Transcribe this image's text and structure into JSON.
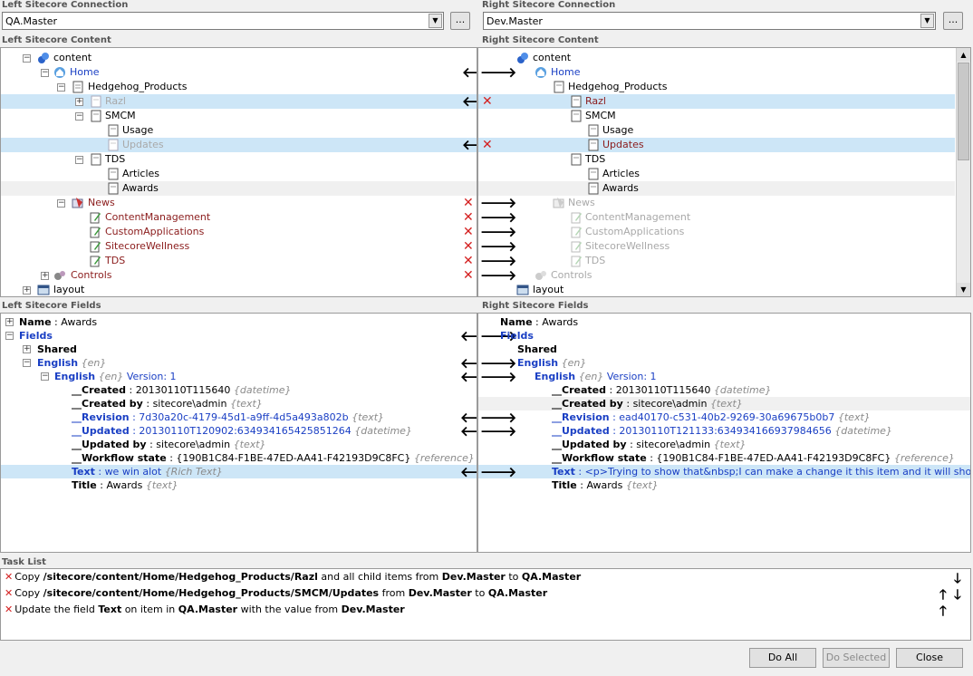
{
  "left_connection": {
    "header": "Left Sitecore Connection",
    "value": "QA.Master",
    "browse_label": "..."
  },
  "right_connection": {
    "header": "Right Sitecore Connection",
    "value": "Dev.Master",
    "browse_label": "..."
  },
  "left_content_header": "Left Sitecore Content",
  "right_content_header": "Right Sitecore Content",
  "left_tree": [
    "content",
    "Home",
    "Hedgehog_Products",
    "Razl",
    "SMCM",
    "Usage",
    "Updates",
    "TDS",
    "Articles",
    "Awards",
    "News",
    "ContentManagement",
    "CustomApplications",
    "SitecoreWellness",
    "TDS",
    "Controls",
    "layout"
  ],
  "right_tree": [
    "content",
    "Home",
    "Hedgehog_Products",
    "Razl",
    "SMCM",
    "Usage",
    "Updates",
    "TDS",
    "Articles",
    "Awards",
    "News",
    "ContentManagement",
    "CustomApplications",
    "SitecoreWellness",
    "TDS",
    "Controls",
    "layout"
  ],
  "left_fields_header": "Left Sitecore Fields",
  "right_fields_header": "Right Sitecore Fields",
  "left_fields": {
    "name_label": "Name",
    "name_value": "Awards",
    "fields": "Fields",
    "shared": "Shared",
    "english": "English",
    "en": "{en}",
    "version": "Version: 1",
    "created": {
      "label": "__Created",
      "value": "20130110T115640",
      "type": "{datetime}"
    },
    "created_by": {
      "label": "__Created by",
      "value": "sitecore\\admin",
      "type": "{text}"
    },
    "revision": {
      "label": "__Revision",
      "value": "7d30a20c-4179-45d1-a9ff-4d5a493a802b",
      "type": "{text}"
    },
    "updated": {
      "label": "__Updated",
      "value": "20130110T120902:634934165425851264",
      "type": "{datetime}"
    },
    "updated_by": {
      "label": "__Updated by",
      "value": "sitecore\\admin",
      "type": "{text}"
    },
    "workflow": {
      "label": "__Workflow state",
      "value": "{190B1C84-F1BE-47ED-AA41-F42193D9C8FC}",
      "type": "{reference}"
    },
    "text": {
      "label": "Text",
      "value": "we win alot",
      "type": "{Rich Text}"
    },
    "title": {
      "label": "Title",
      "value": "Awards",
      "type": "{text}"
    }
  },
  "right_fields": {
    "name_label": "Name",
    "name_value": "Awards",
    "fields": "Fields",
    "shared": "Shared",
    "english": "English",
    "en": "{en}",
    "version": "Version: 1",
    "created": {
      "label": "__Created",
      "value": "20130110T115640",
      "type": "{datetime}"
    },
    "created_by": {
      "label": "__Created by",
      "value": "sitecore\\admin",
      "type": "{text}"
    },
    "revision": {
      "label": "__Revision",
      "value": "ead40170-c531-40b2-9269-30a69675b0b7",
      "type": "{text}"
    },
    "updated": {
      "label": "__Updated",
      "value": "20130110T121133:634934166937984656",
      "type": "{datetime}"
    },
    "updated_by": {
      "label": "__Updated by",
      "value": "sitecore\\admin",
      "type": "{text}"
    },
    "workflow": {
      "label": "__Workflow state",
      "value": "{190B1C84-F1BE-47ED-AA41-F42193D9C8FC}",
      "type": "{reference}"
    },
    "text": {
      "label": "Text",
      "value": "<p>Trying to show that&nbsp;I can make a change it this item and it will show up in"
    },
    "title": {
      "label": "Title",
      "value": "Awards",
      "type": "{text}"
    }
  },
  "task_list": {
    "header": "Task List",
    "tasks": [
      {
        "p1": "Copy ",
        "b1": "/sitecore/content/Home/Hedgehog_Products/Razl",
        "p2": " and all child items from ",
        "b2": "Dev.Master",
        "p3": " to ",
        "b3": "QA.Master"
      },
      {
        "p1": "Copy ",
        "b1": "/sitecore/content/Home/Hedgehog_Products/SMCM/Updates",
        "p2": " from ",
        "b2": "Dev.Master",
        "p3": " to ",
        "b3": "QA.Master"
      },
      {
        "p1": "Update the field ",
        "b1": "Text",
        "p2": " on item  in ",
        "b2": "QA.Master",
        "p3": " with the value from ",
        "b3": "Dev.Master"
      }
    ]
  },
  "buttons": {
    "do_all": "Do All",
    "do_selected": "Do Selected",
    "close": "Close"
  },
  "glyphs": {
    "left": "🡐",
    "right": "🡒",
    "x": "✕",
    "up": "🡑",
    "down": "🡓",
    "plus": "+",
    "minus": "−",
    "dropdown": "▼"
  },
  "colors": {
    "selection": "#cde6f7",
    "link_blue": "#1a3fc4",
    "diff_red": "#8b1c1c",
    "x_red": "#d42020"
  }
}
